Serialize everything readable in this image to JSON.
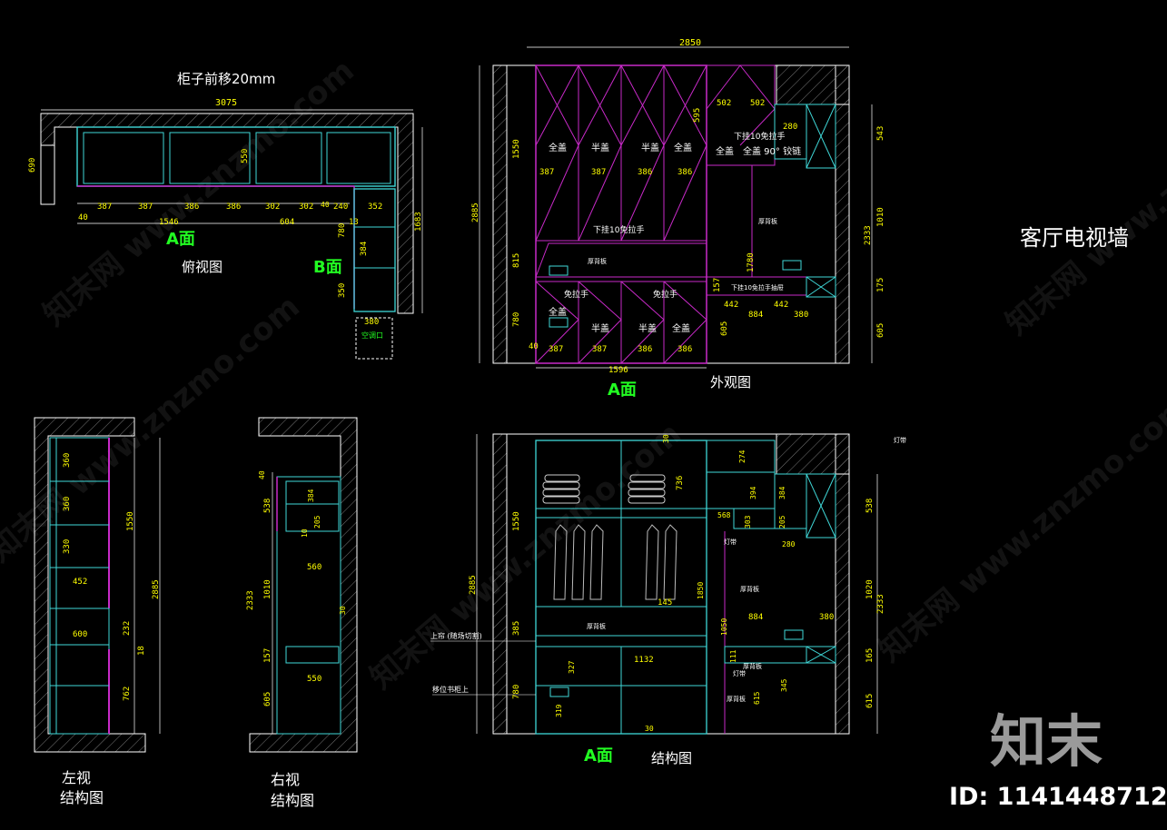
{
  "drawing": {
    "main_title": "客厅电视墙",
    "watermark_brand": "知末",
    "watermark_id": "ID: 1141448712",
    "bg_watermark": "知末网 www.znzmo.com"
  },
  "plan": {
    "note": "柜子前移20mm",
    "caption": "俯视图",
    "face_a": "A面",
    "face_b": "B面",
    "dims_top": "3075",
    "dims": [
      "387",
      "387",
      "386",
      "386",
      "302",
      "302",
      "40",
      "240",
      "352",
      "40",
      "1546",
      "604",
      "13",
      "690",
      "550",
      "1683",
      "780",
      "384",
      "350",
      "380"
    ],
    "small_label": "空调口"
  },
  "elevation": {
    "caption": "外观图",
    "face_a": "A面",
    "dim_top": "2850",
    "dim_bottom": "1596",
    "labels": [
      "全盖",
      "半盖",
      "半盖",
      "全盖",
      "下挂10免拉手",
      "下挂10免拉手",
      "厚背板",
      "免拉手",
      "免拉手",
      "全盖",
      "半盖",
      "半盖",
      "全盖",
      "全盖",
      "全盖 90° 铰链",
      "厚背板",
      "下挂10免拉手抽屉"
    ],
    "dims": [
      "387",
      "387",
      "386",
      "386",
      "387",
      "387",
      "386",
      "386",
      "502",
      "502",
      "595",
      "280",
      "442",
      "442",
      "884",
      "380",
      "1550",
      "815",
      "780",
      "40",
      "2885",
      "2333",
      "543",
      "1010",
      "175",
      "605",
      "1780",
      "157",
      "605"
    ]
  },
  "structure": {
    "caption": "结构图",
    "face_a": "A面",
    "labels": [
      "灯带",
      "厚背板",
      "厚背板",
      "灯带",
      "上帘 (随场切割)",
      "移位书柜上",
      "厚背板",
      "灯带",
      "厚背板"
    ],
    "dims": [
      "274",
      "30",
      "736",
      "394",
      "384",
      "568",
      "303",
      "205",
      "280",
      "145",
      "1850",
      "1050",
      "884",
      "380",
      "1132",
      "111",
      "327",
      "615",
      "345",
      "30",
      "319",
      "1550",
      "2885",
      "385",
      "780",
      "538",
      "1020",
      "2333",
      "165",
      "615"
    ]
  },
  "left_view": {
    "caption_1": "左视",
    "caption_2": "结构图",
    "dims": [
      "360",
      "360",
      "330",
      "452",
      "600",
      "1550",
      "2885",
      "232",
      "18",
      "762"
    ]
  },
  "right_view": {
    "caption_1": "右视",
    "caption_2": "结构图",
    "dims": [
      "40",
      "538",
      "384",
      "205",
      "10",
      "560",
      "1010",
      "2333",
      "30",
      "157",
      "550",
      "605"
    ]
  }
}
